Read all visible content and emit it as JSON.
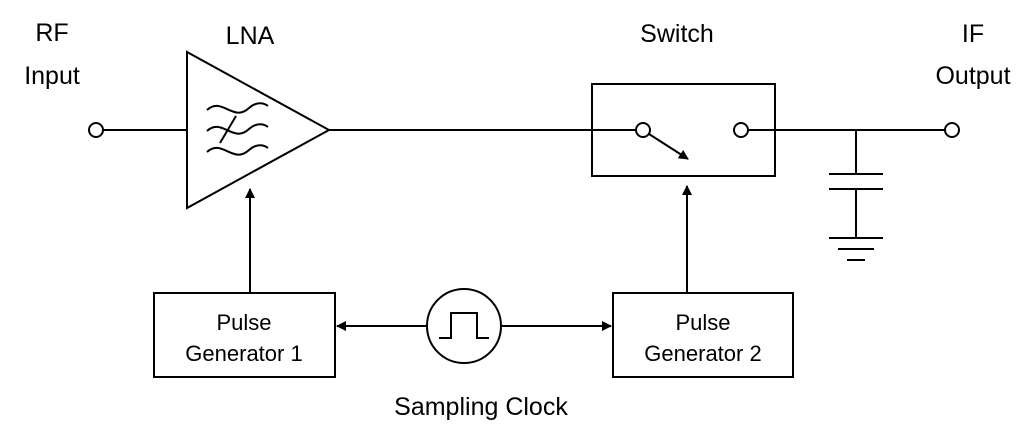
{
  "labels": {
    "rf_input_line1": "RF",
    "rf_input_line2": "Input",
    "lna": "LNA",
    "switch": "Switch",
    "if_output_line1": "IF",
    "if_output_line2": "Output",
    "sampling_clock": "Sampling Clock"
  },
  "pulse_generator_1": {
    "line1": "Pulse",
    "line2": "Generator 1"
  },
  "pulse_generator_2": {
    "line1": "Pulse",
    "line2": "Generator 2"
  },
  "icons": {
    "amplifier": "triangle-amplifier-with-filter-waves",
    "switch": "spst-switch",
    "capacitor": "capacitor-to-ground",
    "clock": "pulse-waveform-circle"
  }
}
